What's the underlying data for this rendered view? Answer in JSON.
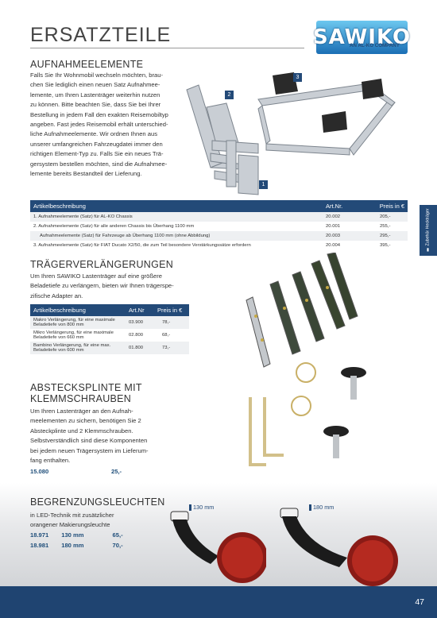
{
  "page_title": "ERSATZTEILE",
  "logo": {
    "brand": "SAWIKO",
    "tagline": "AN AL-KO COMPANY"
  },
  "section1": {
    "title": "AUFNAHMEELEMENTE",
    "text": [
      "Falls Sie Ihr Wohnmobil wechseln möchten, brau-",
      "chen Sie lediglich einen neuen Satz Aufnahmee-",
      "lemente, um Ihren Lastenträger weiterhin nutzen",
      "zu können. Bitte beachten Sie, dass Sie bei Ihrer",
      "Bestellung in jedem Fall den exakten Reisemobiltyp",
      "angeben. Fast jedes Reisemobil erhält unterschied-",
      "liche Aufnahmeelemente. Wir ordnen Ihnen aus",
      "unserer umfangreichen Fahrzeugdatei immer den",
      "richtigen Element-Typ zu. Falls Sie ein neues Trä-",
      "gersystem bestellen möchten, sind die Aufnahmee-",
      "lemente bereits Bestandteil der Lieferung."
    ],
    "badges": [
      "1",
      "2",
      "3"
    ]
  },
  "table1": {
    "headers": [
      "Artikelbeschreibung",
      "Art.Nr.",
      "Preis in €"
    ],
    "rows": [
      [
        "1. Aufnahmeelemente (Satz) für AL-KO Chassis",
        "20.002",
        "205,-"
      ],
      [
        "2. Aufnahmeelemente (Satz) für alle anderen Chassis bis Überhang 1100 mm",
        "20.001",
        "255,-"
      ],
      [
        "Aufnahmeelemente (Satz) für Fahrzeuge ab Überhang 1100 mm (ohne Abbildung)",
        "20.003",
        "295,-"
      ],
      [
        "3. Aufnahmeelemente (Satz) für FIAT Ducato X2/50, die zum Teil besondere Verstärkungssätze erfordern",
        "20.004",
        "395,-"
      ]
    ]
  },
  "side_tab": "▮ Zubehör Heckträger",
  "section2": {
    "title": "TRÄGERVERLÄNGERUNGEN",
    "text": [
      "Um Ihren SAWIKO Lastenträger auf eine größere",
      "Beladetiefe zu verlängern, bieten wir Ihnen trägerspe-",
      "zifische Adapter an."
    ]
  },
  "table2": {
    "headers": [
      "Artikelbeschreibung",
      "Art.Nr",
      "Preis in €"
    ],
    "rows": [
      [
        "Makro Verlängerung, für eine maximale Beladetiefe von 800 mm",
        "03.900",
        "78,-"
      ],
      [
        "Mikro Verlängerung, für eine maximale Beladetiefe von 660 mm",
        "02.800",
        "68,-"
      ],
      [
        "Bambino Verlängerung, für eine max. Beladetiefe von 600 mm",
        "01.800",
        "73,-"
      ]
    ]
  },
  "section3": {
    "title_line1": "ABSTECKSPLINTE MIT",
    "title_line2": "KLEMMSCHRAUBEN",
    "text": [
      "Um Ihren Lastenträger an den Aufnah-",
      "meelementen zu sichern, benötigen Sie 2",
      "Absteckplinte und 2 Klemmschrauben.",
      "Selbstverständlich sind diese Komponenten",
      "bei jedem neuen Trägersystem im Lieferum-",
      "fang enthalten."
    ],
    "art_nr": "15.080",
    "price": "25,-"
  },
  "section4": {
    "title": "BEGRENZUNGSLEUCHTEN",
    "text": [
      "in LED-Technik mit zusätzlicher",
      "orangener Makierungsleuchte"
    ],
    "items": [
      {
        "art": "18.971",
        "size": "130 mm",
        "price": "65,-"
      },
      {
        "art": "18.981",
        "size": "180 mm",
        "price": "70,-"
      }
    ],
    "label_a": "130 mm",
    "label_b": "180 mm"
  },
  "page_number": "47"
}
